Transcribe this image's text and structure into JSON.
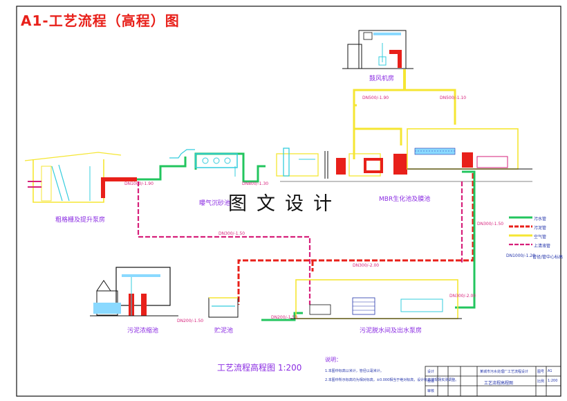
{
  "title": "A1-工艺流程（高程）图",
  "watermark": "图文设计",
  "drawing_title": "工艺流程高程图 1:200",
  "units": {
    "blower_room": "鼓风机房",
    "screen_room": "粗格栅及提升泵房",
    "aeration_grit": "曝气沉砂池",
    "mbr_tank": "MBR生化池及膜池",
    "sludge_thickener": "污泥浓缩池",
    "sludge_pool": "贮泥池",
    "dewatering_room": "污泥脱水间及出水泵房"
  },
  "pipe_labels": {
    "p1": "DN1000/-1.90",
    "p2": "DN500/-1.90",
    "p3": "DN500/-1.10",
    "p4": "DN800/-1.30",
    "p5": "DN300/-1.50",
    "p6": "DN300/-2.00",
    "p7": "DN200/-1.50",
    "p8": "DN200/-1.50",
    "p9": "DN300/-2.00",
    "p10": "DN300/-1.50"
  },
  "legend": {
    "items": [
      {
        "label": "污水管",
        "color": "#22c55e"
      },
      {
        "label": "污泥管",
        "color": "#e8201a"
      },
      {
        "label": "空气管",
        "color": "#f5e632"
      },
      {
        "label": "上清液管",
        "color": "#d61f7a"
      }
    ],
    "pipe_note_code": "DN1000/-1.20",
    "pipe_note_text": "管径/管中心标高"
  },
  "notes": {
    "heading": "说明：",
    "line1": "1.本图中标高以米计，管径以毫米计。",
    "line2": "2.本图中所示标高均为相对标高，±0.000相当于绝对标高，设计标高按现场实测调整。"
  },
  "title_block": {
    "project": "某城市污水处理厂工艺流程设计",
    "drawing_name": "工艺流程高程图",
    "row_labels": [
      "设计",
      "校核",
      "审核"
    ],
    "col_labels": [
      "图号",
      "比例"
    ],
    "scale": "1:200",
    "sheet": "A1"
  },
  "colors": {
    "sewage": "#22c55e",
    "sludge": "#e8201a",
    "air": "#f5e632",
    "supernatant": "#d61f7a",
    "structure": "#f5e632",
    "water": "#33ccdd",
    "outline": "#111111"
  }
}
